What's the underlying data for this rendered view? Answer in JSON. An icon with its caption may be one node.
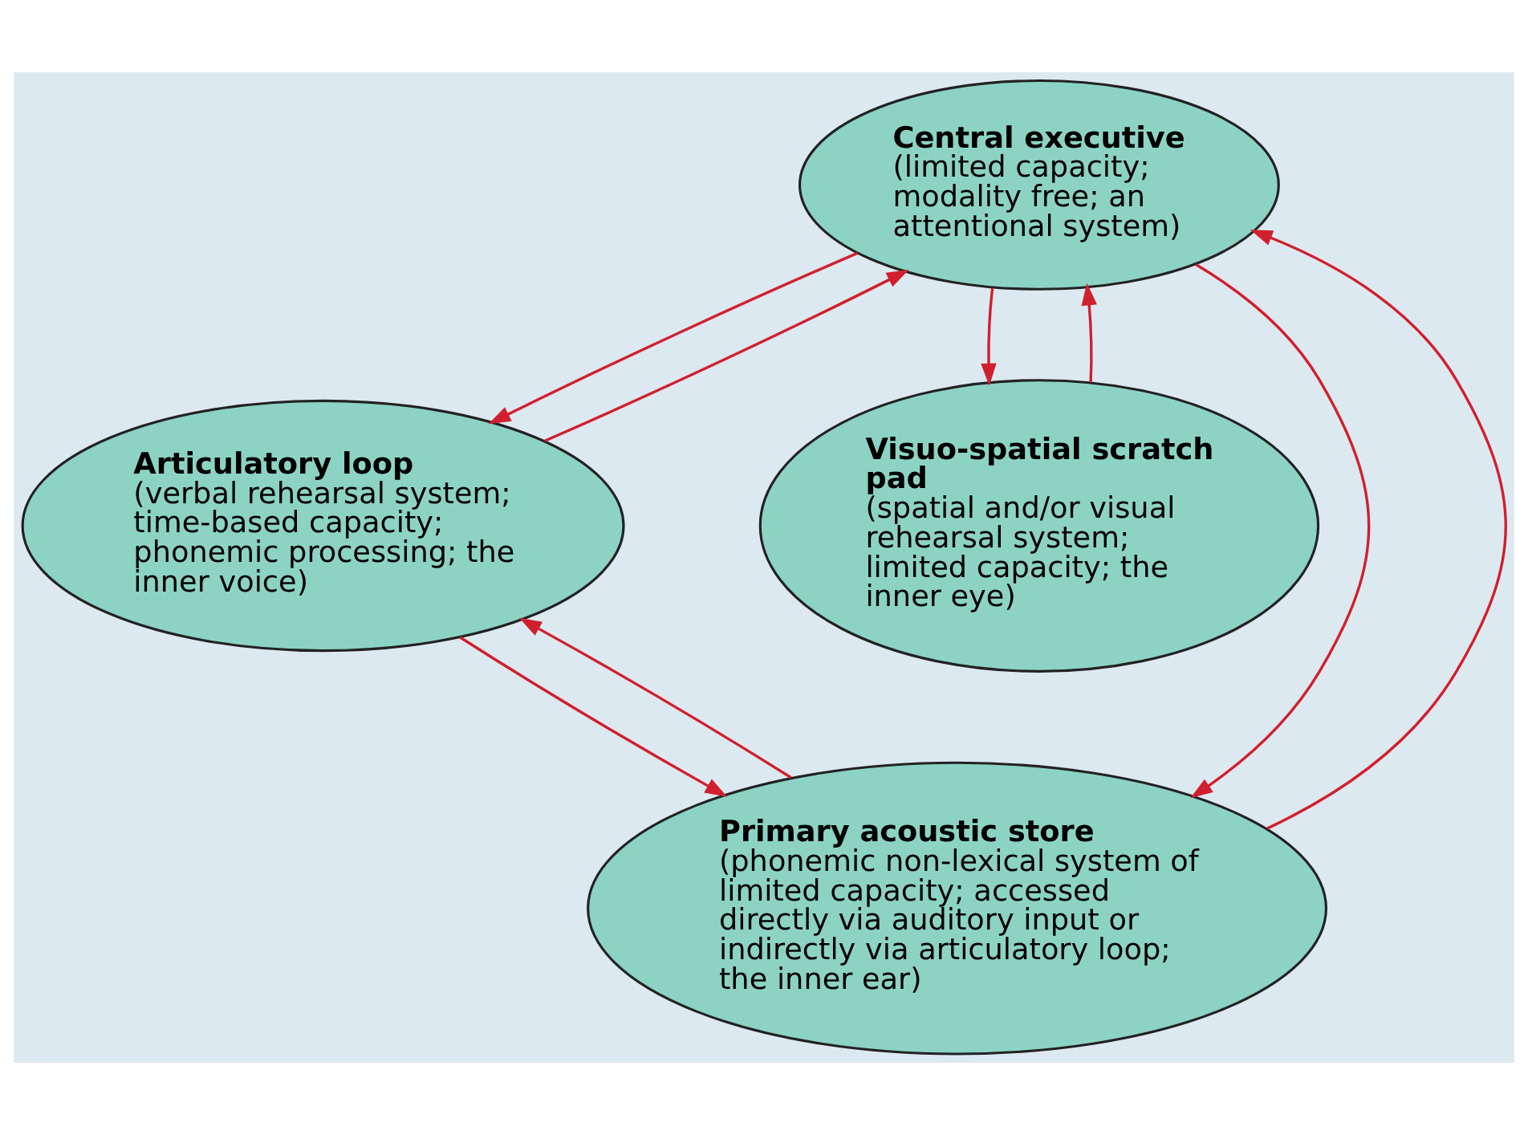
{
  "diagram": {
    "nodes": [
      {
        "text": [
          "Central executive",
          "(limited capacity; modality free; an attentional system)"
        ]
      },
      {
        "text": [
          "Articulatory loop",
          "(verbal rehearsal system; time-based capacity; phonemic processing; the inner voice)"
        ]
      },
      {
        "text": [
          "Visuo-spatial scratch pad",
          "(spatial and/or visual rehearsal system; limited capacity; the inner eye)"
        ]
      },
      {
        "text": [
          "Primary acoustic store",
          "(phonemic non-lexical system of limited capacity; accessed directly via auditory input or indirectly via articulatory loop; the inner ear)"
        ]
      }
    ],
    "edges": [
      {
        "from": 0,
        "to": 1,
        "arrow": "to"
      },
      {
        "from": 1,
        "to": 0,
        "arrow": "to"
      },
      {
        "from": 0,
        "to": 2,
        "arrow": "to"
      },
      {
        "from": 2,
        "to": 0,
        "arrow": "to"
      },
      {
        "from": 0,
        "to": 3,
        "arrow": "to"
      },
      {
        "from": 3,
        "to": 0,
        "arrow": "to"
      },
      {
        "from": 1,
        "to": 3,
        "arrow": "to"
      },
      {
        "from": 3,
        "to": 1,
        "arrow": "to"
      }
    ]
  }
}
